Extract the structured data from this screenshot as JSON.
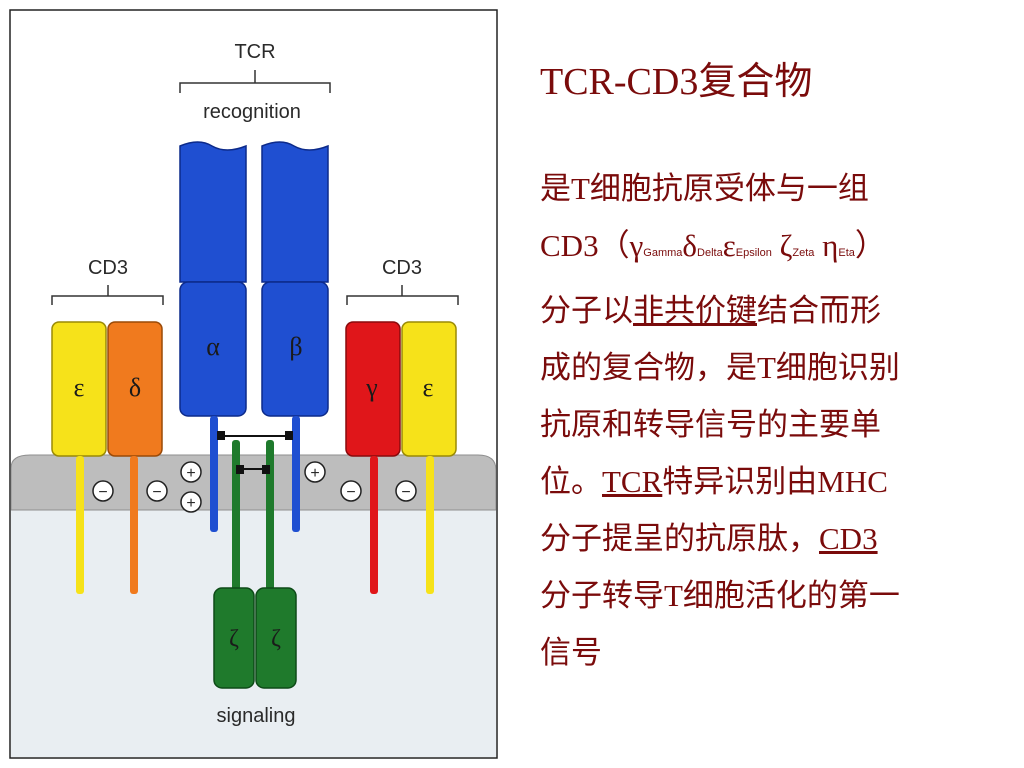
{
  "diagram": {
    "tcr_label": "TCR",
    "recognition_label": "recognition",
    "cd3_left_label": "CD3",
    "cd3_right_label": "CD3",
    "signaling_label": "signaling",
    "chains": {
      "alpha": "α",
      "beta": "β",
      "epsilon_left": "ε",
      "delta": "δ",
      "gamma": "γ",
      "epsilon_right": "ε",
      "zeta_left": "ζ",
      "zeta_right": "ζ"
    },
    "charges": {
      "minus": "−",
      "plus": "+"
    },
    "colors": {
      "tcr_chain": "#1f4fd1",
      "epsilon": "#f6e21a",
      "delta": "#f07a1e",
      "gamma": "#e0161a",
      "zeta": "#1f7a2c",
      "membrane": "#bdbdbd",
      "cytoplasm": "#e9eef2"
    }
  },
  "text": {
    "title": "TCR-CD3复合物",
    "desc": {
      "l1": "是T细胞抗原受体与一组",
      "l2_start": "CD3（",
      "gamma": "γ",
      "gamma_name": "Gamma",
      "delta": "δ",
      "delta_name": "Delta",
      "epsilon": "ε",
      "epsilon_name": "Epsilon",
      "zeta": "ζ",
      "zeta_name": "Zeta",
      "eta": "η",
      "eta_name": "Eta",
      "l2_end": "）",
      "l3_start": "分子以",
      "l3_underline": "非共价键",
      "l3_end": "结合而形",
      "l4": "成的复合物，是T细胞识别",
      "l5": "抗原和转导信号的主要单",
      "l6_start": "位。",
      "l6_underline": "TCR",
      "l6_end": "特异识别由MHC",
      "l7_start": "分子提呈的抗原肽，",
      "l7_underline": "CD3",
      "l8": "分子转导T细胞活化的第一",
      "l9": "信号"
    }
  }
}
